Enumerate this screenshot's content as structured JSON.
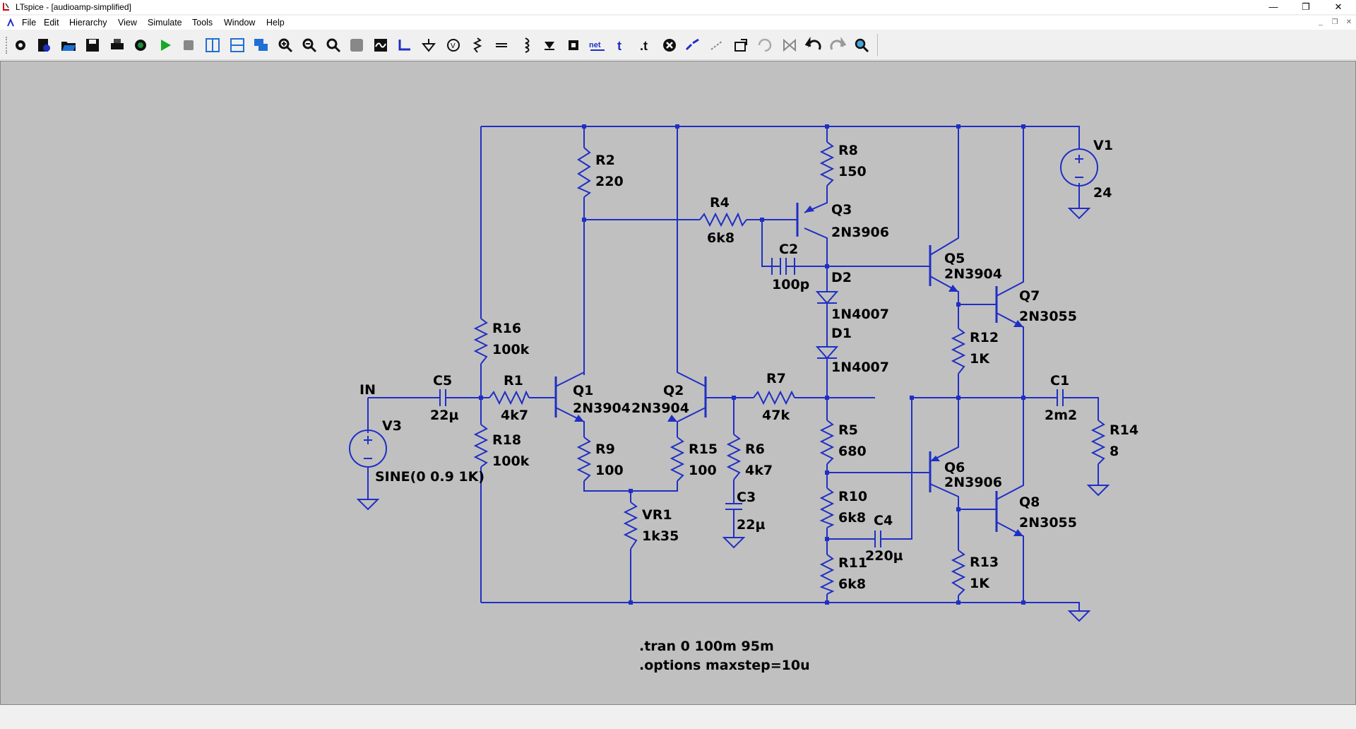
{
  "window": {
    "title": "LTspice - [audioamp-simplified]",
    "minimize": "—",
    "restore": "❐",
    "close": "✕"
  },
  "menu": [
    "File",
    "Edit",
    "Hierarchy",
    "View",
    "Simulate",
    "Tools",
    "Window",
    "Help"
  ],
  "toolbar": {
    "items": [
      "settings-icon",
      "new-schematic-icon",
      "open-icon",
      "save-icon",
      "print-icon",
      "control-panel-icon",
      "run-icon",
      "halt-icon",
      "tile-vertical-icon",
      "tile-horizontal-icon",
      "cascade-icon",
      "zoom-in-icon",
      "zoom-out-icon",
      "zoom-fit-icon",
      "zoom-full-icon",
      "autorange-icon",
      "wire-icon",
      "ground-icon",
      "voltage-source-icon",
      "resistor-icon",
      "capacitor-icon",
      "inductor-icon",
      "diode-icon",
      "component-icon",
      "label-net-icon",
      "text-icon",
      "spice-directive-icon",
      "delete-icon",
      "duplicate-icon",
      "move-icon",
      "drag-icon",
      "rotate-icon",
      "mirror-icon",
      "undo-icon",
      "redo-icon",
      "find-icon"
    ]
  },
  "colors": {
    "wire": "#1f2fc4",
    "canvas": "#c0c0c0",
    "junction": "#1f2fc4",
    "text": "#000000"
  },
  "schematic": {
    "net_labels": {
      "in": "IN"
    },
    "components": {
      "R1": {
        "name": "R1",
        "value": "4k7"
      },
      "R2": {
        "name": "R2",
        "value": "220"
      },
      "R4": {
        "name": "R4",
        "value": "6k8"
      },
      "R5": {
        "name": "R5",
        "value": "680"
      },
      "R6": {
        "name": "R6",
        "value": "4k7"
      },
      "R7": {
        "name": "R7",
        "value": "47k"
      },
      "R8": {
        "name": "R8",
        "value": "150"
      },
      "R9": {
        "name": "R9",
        "value": "100"
      },
      "R10": {
        "name": "R10",
        "value": "6k8"
      },
      "R11": {
        "name": "R11",
        "value": "6k8"
      },
      "R12": {
        "name": "R12",
        "value": "1K"
      },
      "R13": {
        "name": "R13",
        "value": "1K"
      },
      "R14": {
        "name": "R14",
        "value": "8"
      },
      "R15": {
        "name": "R15",
        "value": "100"
      },
      "R16": {
        "name": "R16",
        "value": "100k"
      },
      "R18": {
        "name": "R18",
        "value": "100k"
      },
      "VR1": {
        "name": "VR1",
        "value": "1k35"
      },
      "C1": {
        "name": "C1",
        "value": "2m2"
      },
      "C2": {
        "name": "C2",
        "value": "100p"
      },
      "C3": {
        "name": "C3",
        "value": "22µ"
      },
      "C4": {
        "name": "C4",
        "value": "220µ"
      },
      "C5": {
        "name": "C5",
        "value": "22µ"
      },
      "D1": {
        "name": "D1",
        "value": "1N4007"
      },
      "D2": {
        "name": "D2",
        "value": "1N4007"
      },
      "Q1": {
        "name": "Q1",
        "value": "2N3904"
      },
      "Q2": {
        "name": "Q2",
        "value": "2N3904"
      },
      "Q3": {
        "name": "Q3",
        "value": "2N3906"
      },
      "Q5": {
        "name": "Q5",
        "value": "2N3904"
      },
      "Q6": {
        "name": "Q6",
        "value": "2N3906"
      },
      "Q7": {
        "name": "Q7",
        "value": "2N3055"
      },
      "Q8": {
        "name": "Q8",
        "value": "2N3055"
      },
      "V1": {
        "name": "V1",
        "value": "24"
      },
      "V3": {
        "name": "V3",
        "value": "SINE(0 0.9 1K)"
      }
    },
    "directives": [
      ".tran 0 100m 95m",
      ".options maxstep=10u"
    ]
  }
}
